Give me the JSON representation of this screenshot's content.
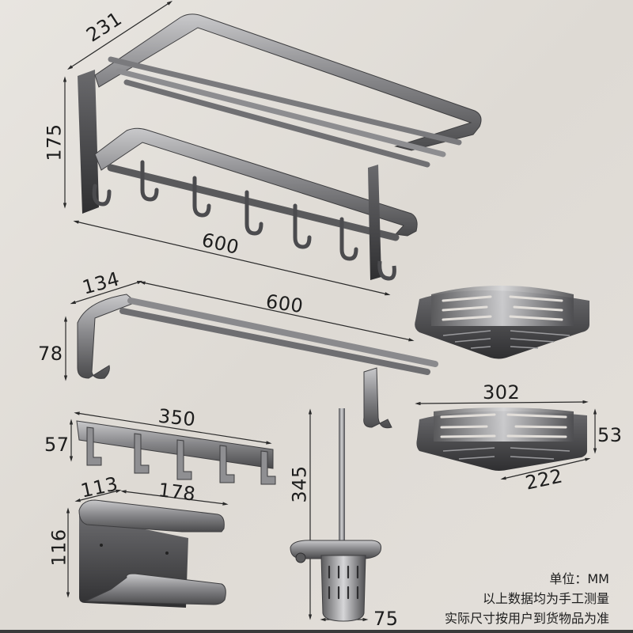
{
  "unit_note": {
    "unit_label": "单位：MM",
    "line2": "以上数据均为手工测量",
    "line3": "实际尺寸按用户到货物品为准"
  },
  "products": {
    "towel_shelf": {
      "depth": "231",
      "height": "175",
      "width": "600"
    },
    "towel_bar": {
      "depth": "134",
      "width": "600",
      "height": "78"
    },
    "hook_rail": {
      "width": "350",
      "height": "57"
    },
    "corner_basket": {
      "width": "302",
      "height": "53",
      "depth": "222"
    },
    "paper_holder": {
      "depth": "113",
      "width": "178",
      "height": "116"
    },
    "toilet_brush": {
      "height": "345",
      "diameter": "75"
    }
  },
  "colors": {
    "background": "#e3dfda",
    "metal_dark": "#4a4a4c",
    "metal_light": "#b9b9bb",
    "text": "#1d1d1d"
  }
}
